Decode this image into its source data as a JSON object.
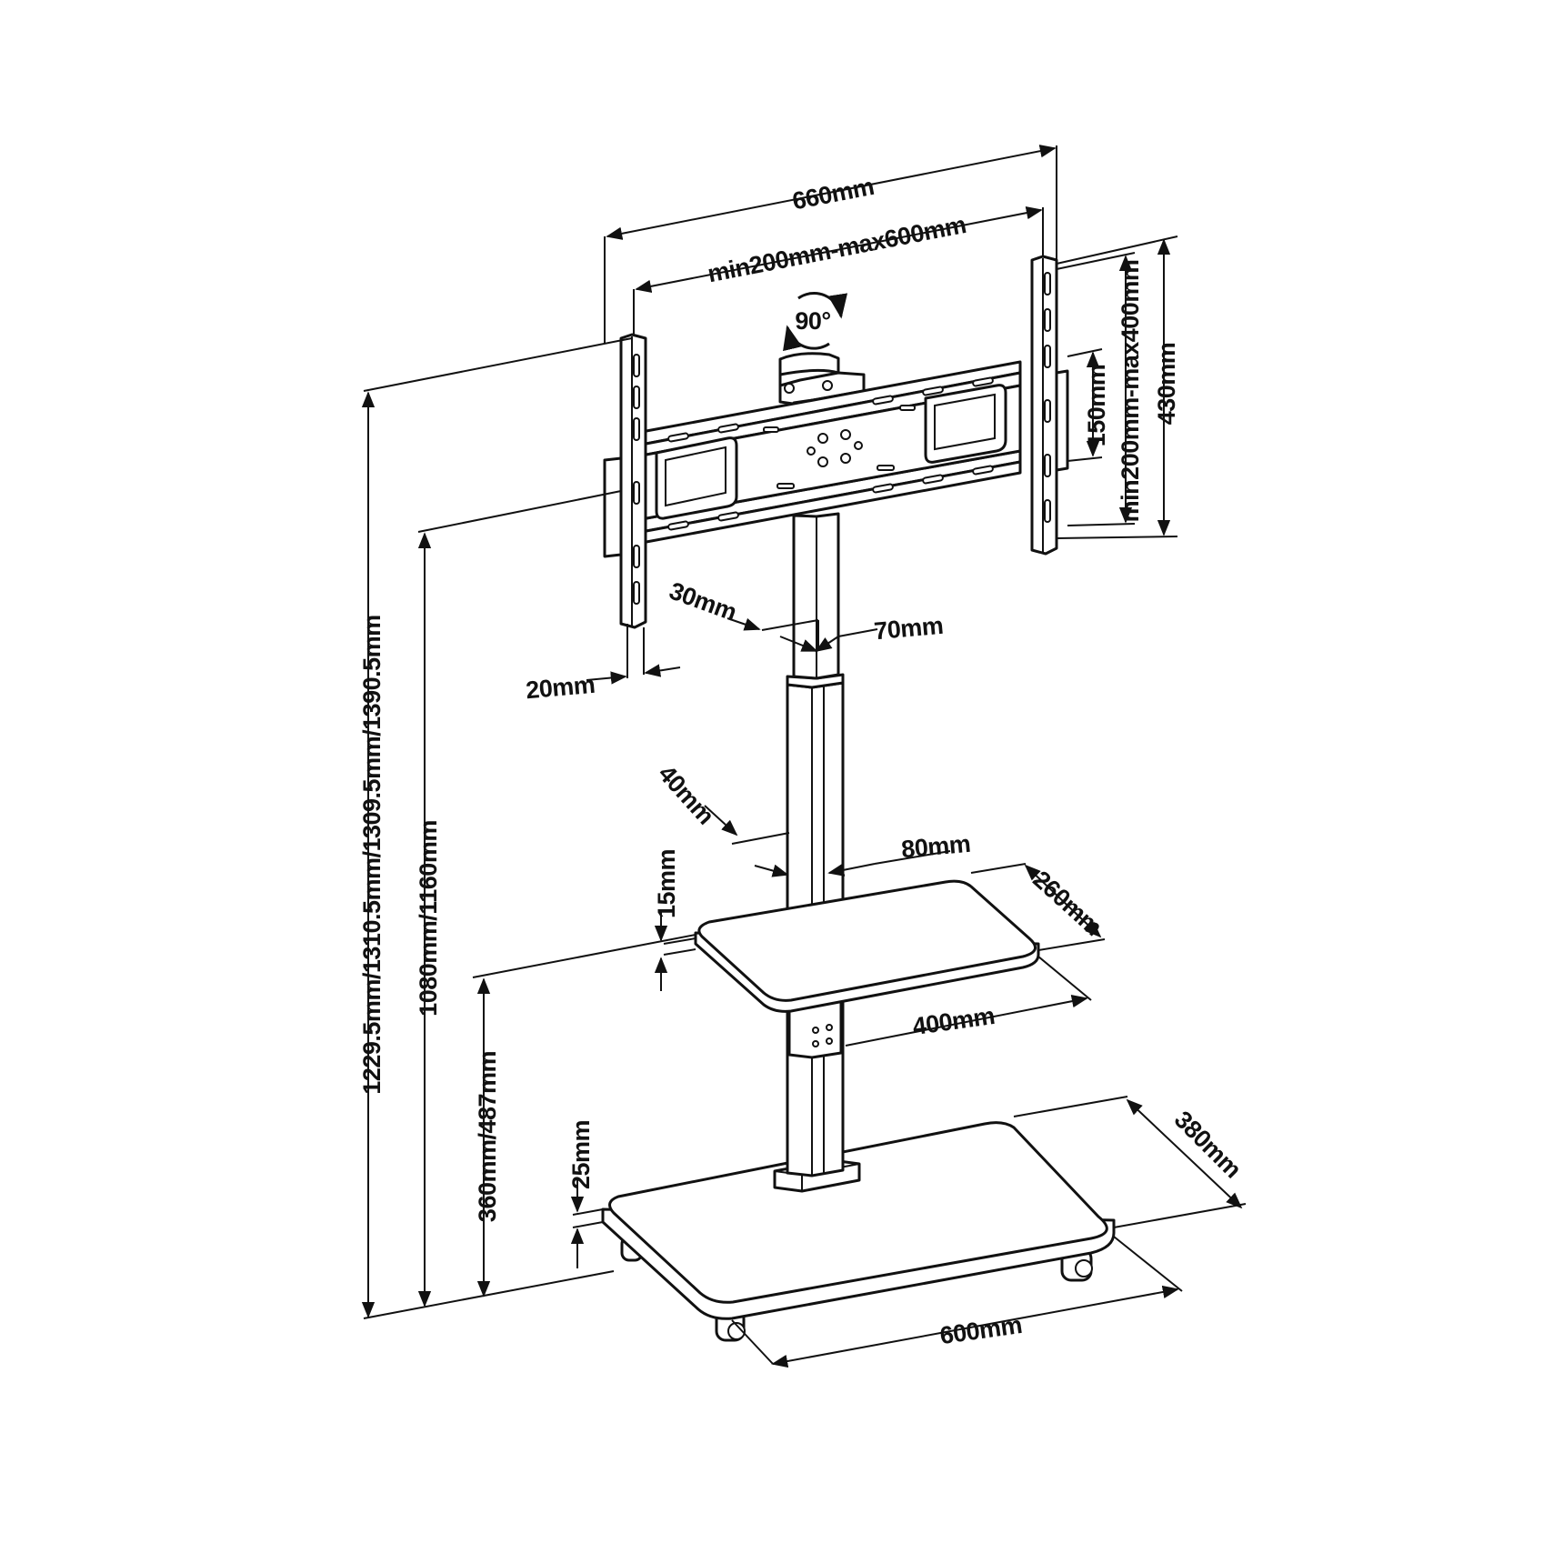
{
  "colors": {
    "line": "#111111",
    "background": "#ffffff"
  },
  "dimensions": {
    "width_total": "660mm",
    "vesa_horizontal": "min200mm-max600mm",
    "rotation": "90°",
    "height_mount": "430mm",
    "vesa_vertical": "min200mm-max400mm",
    "bracket_height": "150mm",
    "arm_thickness": "20mm",
    "pole_upper_depth": "30mm",
    "pole_upper_width": "70mm",
    "pole_lower_depth": "40mm",
    "pole_lower_width": "80mm",
    "shelf_thickness": "15mm",
    "shelf_depth": "260mm",
    "shelf_width": "400mm",
    "total_height": "1229.5mm/1310.5mm/1309.5mm/1390.5mm",
    "center_height": "1080mm/1160mm",
    "shelf_height": "360mm/487mm",
    "base_thickness": "25mm",
    "base_depth": "380mm",
    "base_width": "600mm"
  }
}
